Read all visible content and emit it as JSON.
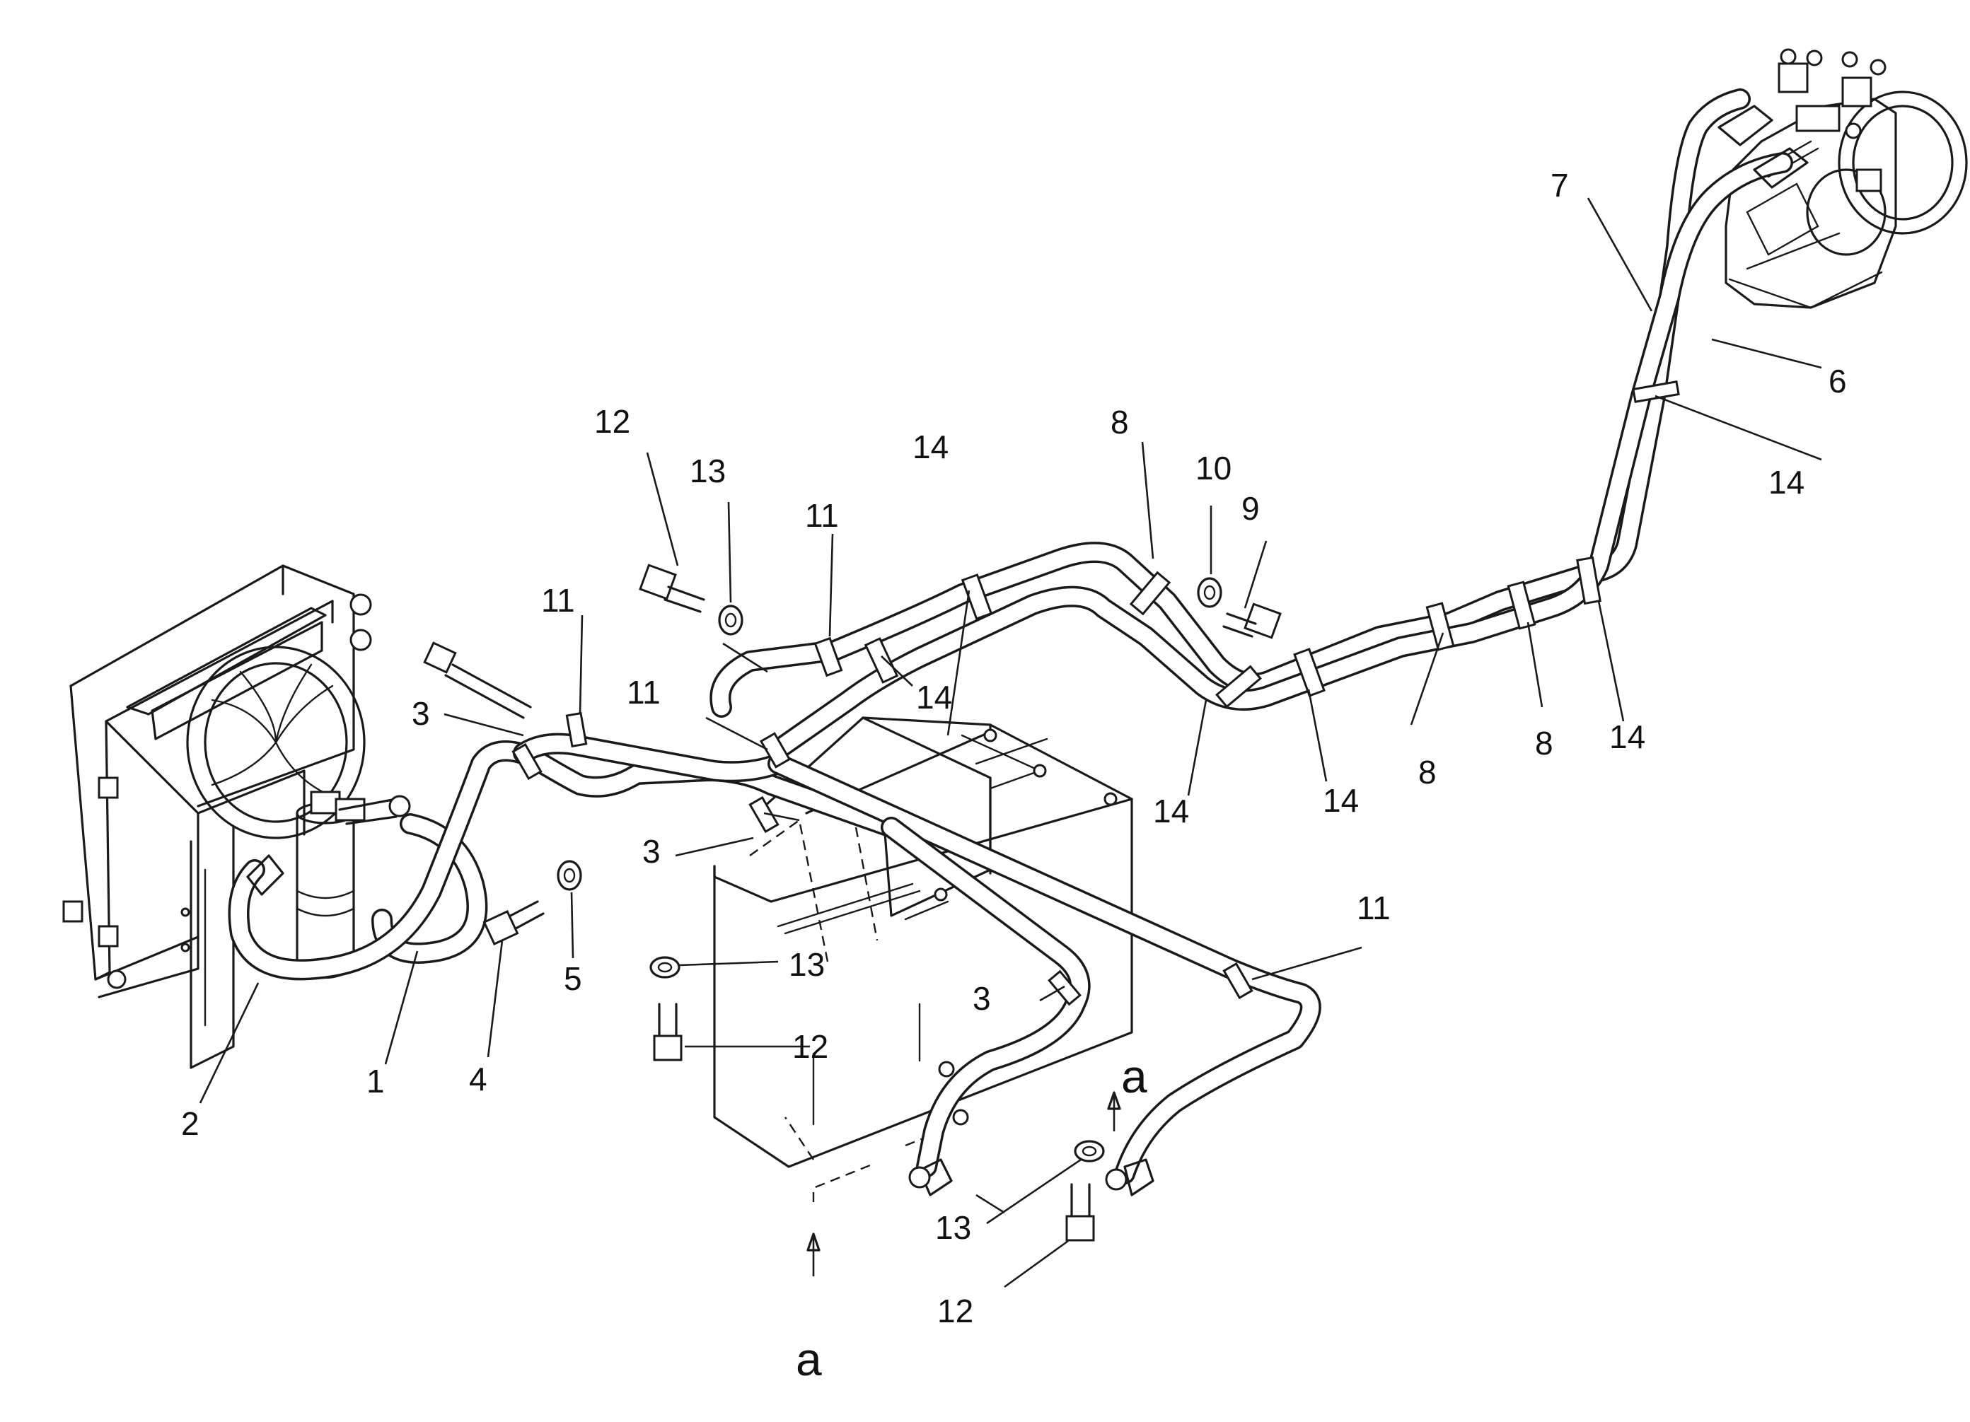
{
  "labels": {
    "p1": "1",
    "p2": "2",
    "p3a": "3",
    "p3b": "3",
    "p3c": "3",
    "p4": "4",
    "p5": "5",
    "p6": "6",
    "p7": "7",
    "p8a": "8",
    "p8b": "8",
    "p8c": "8",
    "p9": "9",
    "p10": "10",
    "p11a": "11",
    "p11b": "11",
    "p11c": "11",
    "p11d": "11",
    "p12a": "12",
    "p12b": "12",
    "p12c": "12",
    "p13a": "13",
    "p13b": "13",
    "p13c": "13",
    "p14a": "14",
    "p14b": "14",
    "p14c": "14",
    "p14d": "14",
    "p14e": "14",
    "p14f": "14",
    "viewA1": "a",
    "viewA2": "a"
  }
}
